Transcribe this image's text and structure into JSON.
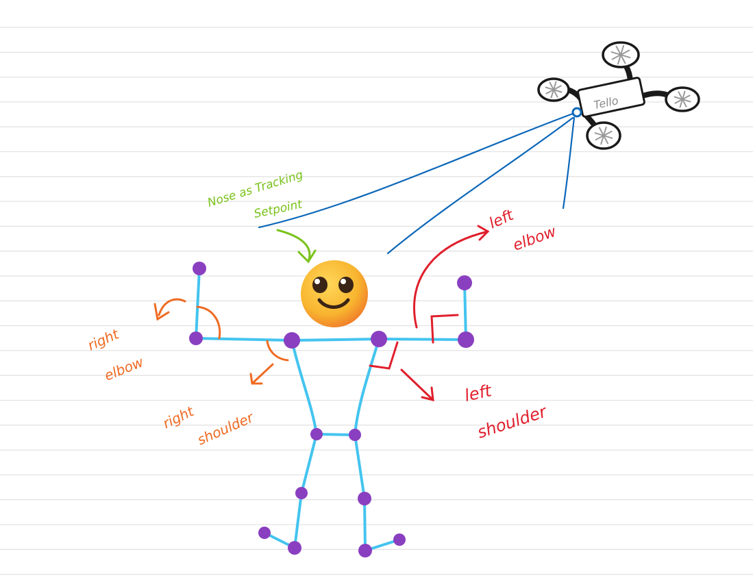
{
  "colors": {
    "paper": "#ffffff",
    "ruled_line": "#e3e3e3",
    "skeleton": "#44c4ef",
    "joint": "#8a3fc0",
    "tracking_line": "#0b66b8",
    "nose_annotation": "#7ac21b",
    "right_annotation": "#ef6a22",
    "left_annotation": "#e01f2c",
    "drone_ink": "#1a1a1a",
    "drone_label": "#8a8a8a",
    "emoji_face": "#f8b52f"
  },
  "drone": {
    "label": "Tello",
    "icon": "quadcopter-drone-icon"
  },
  "annotations": {
    "nose": [
      "Nose as Tracking",
      "Setpoint"
    ],
    "left_elbow": [
      "left",
      "elbow"
    ],
    "right_elbow": [
      "right",
      "elbow"
    ],
    "right_shoulder": [
      "right",
      "shoulder"
    ],
    "left_shoulder": [
      "left",
      "shoulder"
    ]
  },
  "figure": {
    "head_icon": "smiling-face-emoji-icon",
    "joint_icon": "keypoint-dot"
  }
}
